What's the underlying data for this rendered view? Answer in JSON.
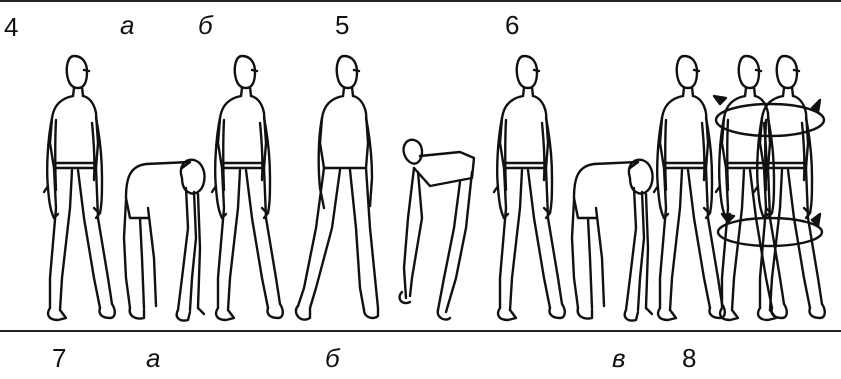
{
  "labels": {
    "top_4": "4",
    "top_a": "а",
    "top_b": "б",
    "top_5": "5",
    "top_6": "6",
    "bottom_7": "7",
    "bottom_a": "а",
    "bottom_b": "б",
    "bottom_v": "в",
    "bottom_8": "8"
  }
}
